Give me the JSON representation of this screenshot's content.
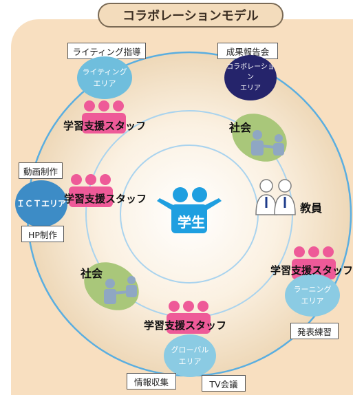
{
  "title": "コラボレーションモデル",
  "center": {
    "label": "学生"
  },
  "areas": {
    "writing": {
      "line1": "ライティング",
      "line2": "エリア",
      "tag": "ライティング指導"
    },
    "collaboration": {
      "line1": "コラボレーション",
      "line2": "エリア",
      "tag": "成果報告会"
    },
    "ict": {
      "label": "ＩＣＴエリア",
      "tag_top": "動画制作",
      "tag_bottom": "HP制作"
    },
    "learning": {
      "line1": "ラーニング",
      "line2": "エリア",
      "tag": "発表練習"
    },
    "global": {
      "line1": "グローバル",
      "line2": "エリア",
      "tag_left": "情報収集",
      "tag_right": "TV会議"
    }
  },
  "staff_label": "学習支援スタッフ",
  "society_label": "社会",
  "faculty_label": "教員",
  "colors": {
    "panel": "#f8dfc0",
    "ring": "#5aaee0",
    "area_blue": "#6fbedd",
    "area_navy": "#25246b",
    "ict_blue": "#3d8cc6",
    "staff_pink": "#ee5a98",
    "society_green": "#a9c77a",
    "student_blue": "#1f9fe0"
  }
}
